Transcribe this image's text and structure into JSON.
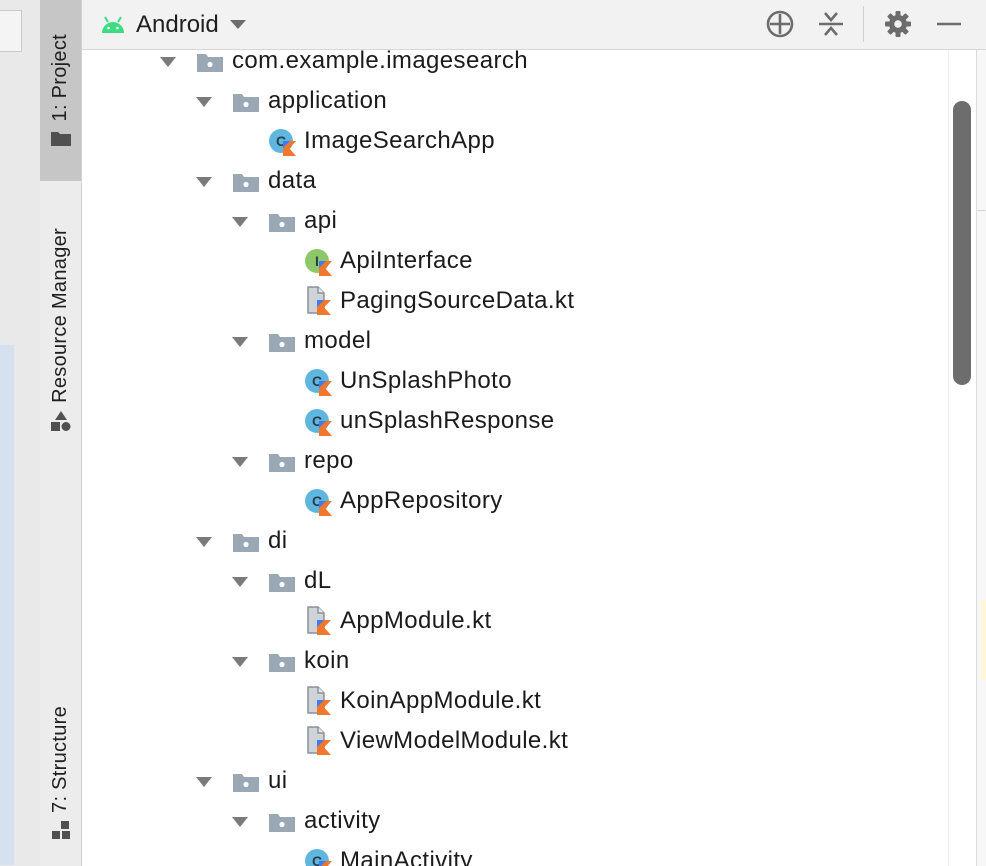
{
  "header": {
    "view_label": "Android",
    "colors": {
      "android_green": "#3ddc84"
    },
    "buttons": [
      {
        "name": "locate-icon",
        "action": "Select Opened File"
      },
      {
        "name": "collapse-all-icon",
        "action": "Collapse All"
      },
      {
        "name": "gear-icon",
        "action": "Settings"
      },
      {
        "name": "minimize-icon",
        "action": "Hide"
      }
    ]
  },
  "side_tabs": {
    "project": "1: Project",
    "resource_manager": "Resource Manager",
    "structure": "7: Structure"
  },
  "tree": [
    {
      "label": "com.example.imagesearch",
      "type": "package",
      "depth": 0,
      "expanded": true
    },
    {
      "label": "application",
      "type": "package",
      "depth": 1,
      "expanded": true
    },
    {
      "label": "ImageSearchApp",
      "type": "class",
      "depth": 2
    },
    {
      "label": "data",
      "type": "package",
      "depth": 1,
      "expanded": true
    },
    {
      "label": "api",
      "type": "package",
      "depth": 2,
      "expanded": true
    },
    {
      "label": "ApiInterface",
      "type": "interface",
      "depth": 3
    },
    {
      "label": "PagingSourceData.kt",
      "type": "file",
      "depth": 3
    },
    {
      "label": "model",
      "type": "package",
      "depth": 2,
      "expanded": true
    },
    {
      "label": "UnSplashPhoto",
      "type": "class",
      "depth": 3
    },
    {
      "label": "unSplashResponse",
      "type": "class",
      "depth": 3
    },
    {
      "label": "repo",
      "type": "package",
      "depth": 2,
      "expanded": true
    },
    {
      "label": "AppRepository",
      "type": "class",
      "depth": 3
    },
    {
      "label": "di",
      "type": "package",
      "depth": 1,
      "expanded": true
    },
    {
      "label": "dL",
      "type": "package",
      "depth": 2,
      "expanded": true
    },
    {
      "label": "AppModule.kt",
      "type": "file",
      "depth": 3
    },
    {
      "label": "koin",
      "type": "package",
      "depth": 2,
      "expanded": true
    },
    {
      "label": "KoinAppModule.kt",
      "type": "file",
      "depth": 3
    },
    {
      "label": "ViewModelModule.kt",
      "type": "file",
      "depth": 3
    },
    {
      "label": "ui",
      "type": "package",
      "depth": 1,
      "expanded": true
    },
    {
      "label": "activity",
      "type": "package",
      "depth": 2,
      "expanded": true
    },
    {
      "label": "MainActivity",
      "type": "class",
      "depth": 3
    }
  ],
  "colors": {
    "folder": "#9aa7b4",
    "class_circle": "#5fb7e0",
    "interface_circle": "#8dc76a",
    "kotlin_orange": "#f0772c",
    "kotlin_blue": "#3d7bf0"
  },
  "scroll": {
    "position_fraction": 0.06,
    "visible_fraction": 0.35
  }
}
